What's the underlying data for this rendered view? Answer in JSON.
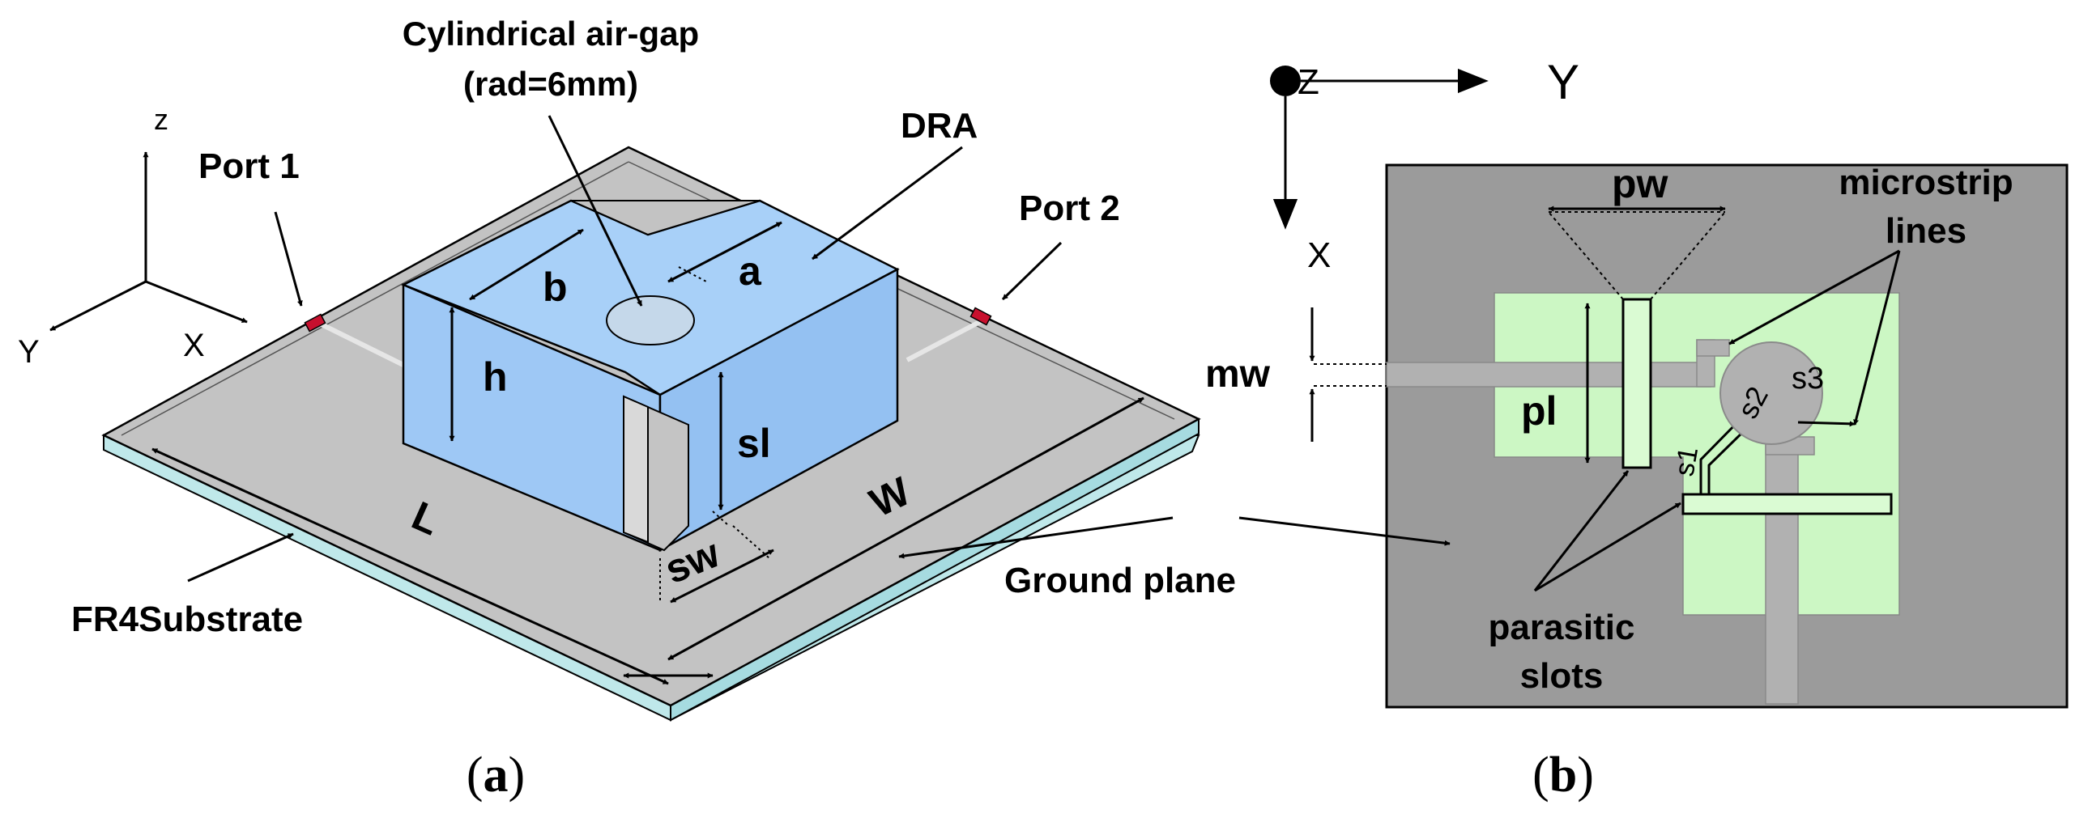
{
  "panel_a": {
    "labels": {
      "air_gap_line1": "Cylindrical air-gap",
      "air_gap_line2": "(rad=6mm)",
      "dra": "DRA",
      "port1": "Port 1",
      "port2": "Port 2",
      "dim_a": "a",
      "dim_b": "b",
      "dim_h": "h",
      "dim_sl": "sl",
      "dim_sw": "sw",
      "dim_L": "L",
      "dim_W": "W",
      "substrate": "FR4Substrate",
      "axis_z": "z",
      "axis_x": "X",
      "axis_y": "Y"
    },
    "colors": {
      "dra_front": "#9ec8f5",
      "dra_side": "#94c1f2",
      "dra_top": "#a8d0f8",
      "ground": "#c3c3c3",
      "substrate_edge": "#bfe8ea",
      "port": "#c8102e"
    }
  },
  "panel_b": {
    "labels": {
      "axis_z": "Z",
      "axis_y": "Y",
      "axis_x": "X",
      "dim_pw": "pw",
      "dim_pl": "pl",
      "dim_mw": "mw",
      "microstrip_line1": "microstrip",
      "microstrip_line2": "lines",
      "ground_plane": "Ground plane",
      "parasitic_line1": "parasitic",
      "parasitic_line2": "slots",
      "s1": "s1",
      "s2": "s2",
      "s3": "s3"
    },
    "colors": {
      "ground_dark": "#9b9b9b",
      "substrate_green": "#ccf7c4",
      "slot_green": "#dafbd3",
      "microstrip": "#a9a9a9"
    }
  },
  "captions": {
    "a_open": "(",
    "a_letter": "a",
    "a_close": ")",
    "b_open": "(",
    "b_letter": "b",
    "b_close": ")"
  }
}
